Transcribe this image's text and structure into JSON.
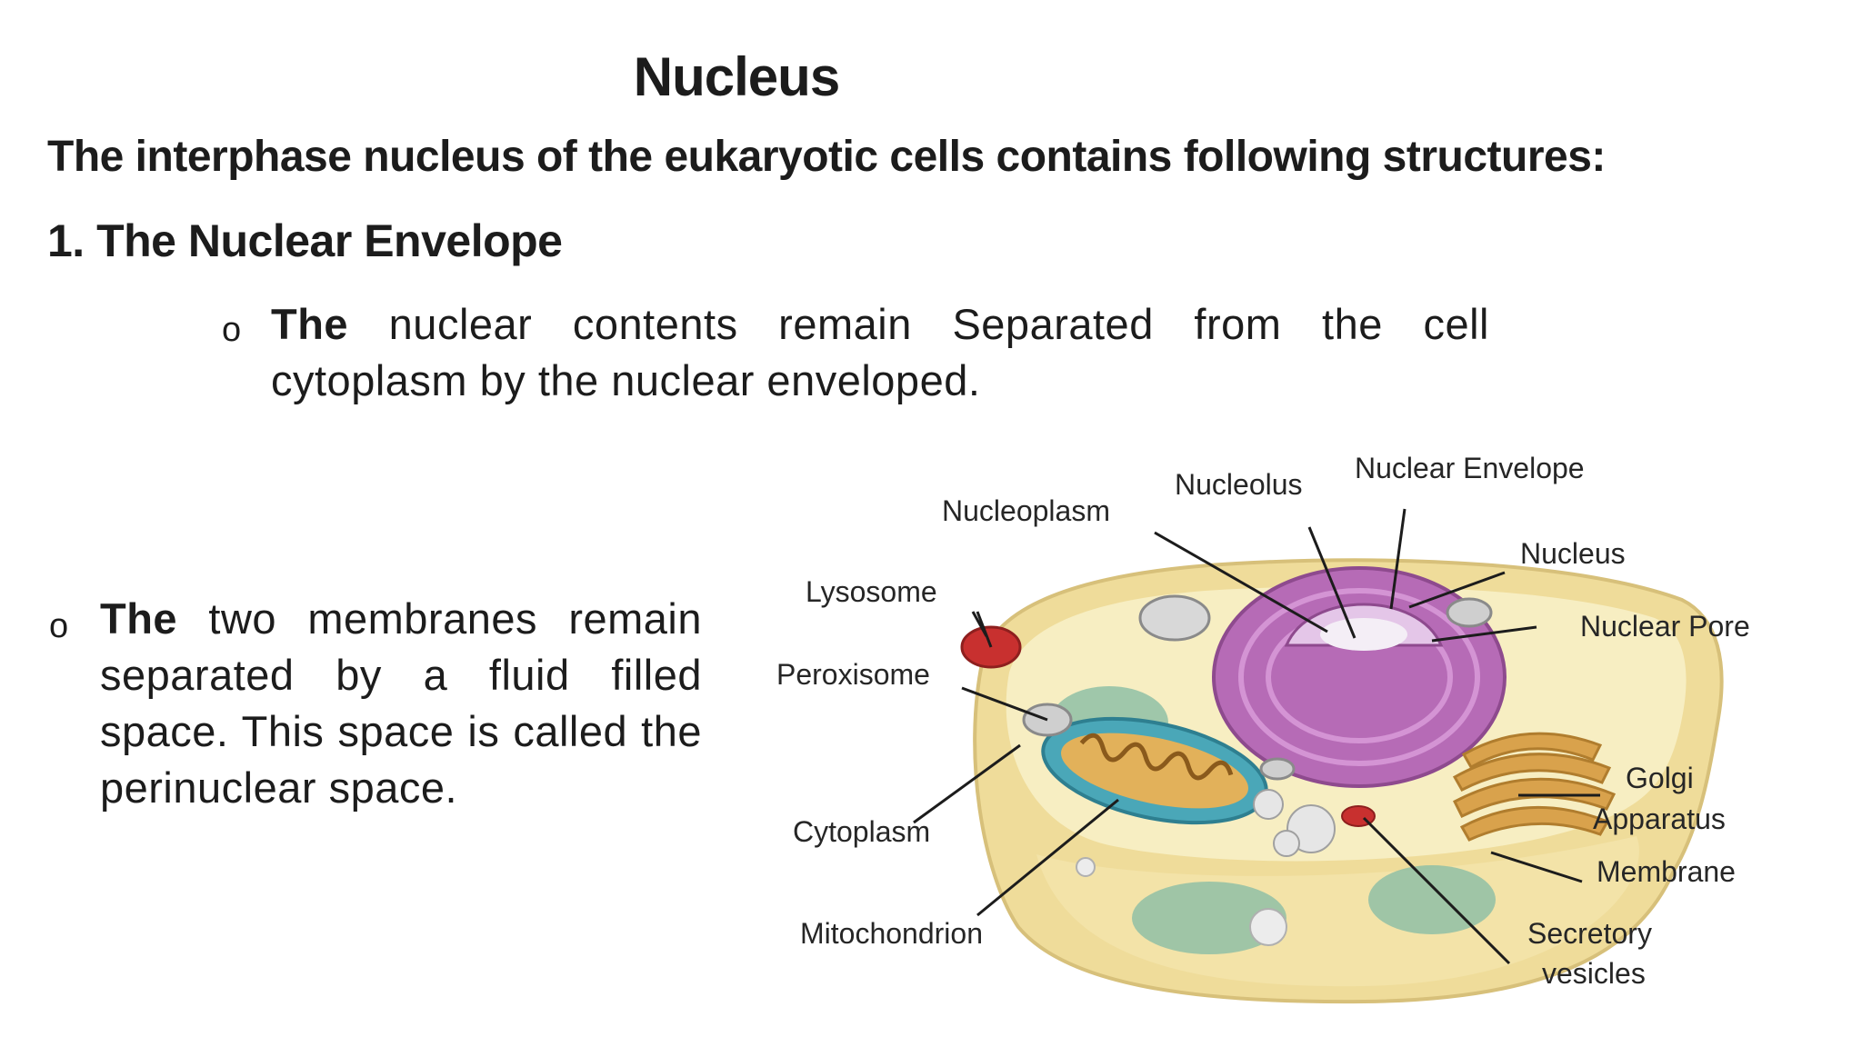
{
  "slide": {
    "title": "Nucleus",
    "intro": "The interphase nucleus of the eukaryotic cells contains following structures:",
    "section_heading": "1. The Nuclear Envelope",
    "bullet_glyph": "o",
    "bullet1": {
      "lead": "The",
      "text": " nuclear contents remain Separated from the cell cytoplasm by the nuclear enveloped."
    },
    "bullet2": {
      "lead": "The",
      "text": " two membranes remain separated by a fluid filled space. This space is called the perinuclear space."
    }
  },
  "diagram": {
    "labels": {
      "nucleolus": "Nucleolus",
      "nuclear_envelope": "Nuclear Envelope",
      "nucleoplasm": "Nucleoplasm",
      "nucleus": "Nucleus",
      "lysosome": "Lysosome",
      "nuclear_pore": "Nuclear Pore",
      "peroxisome": "Peroxisome",
      "golgi_line1": "Golgi",
      "golgi_line2": "Apparatus",
      "cytoplasm": "Cytoplasm",
      "membrane": "Membrane",
      "mitochondrion": "Mitochondrion",
      "secretory_line1": "Secretory",
      "secretory_line2": "vesicles"
    },
    "colors": {
      "cytoplasm": "#f7eec2",
      "cell_rim": "#e9d48a",
      "nucleus": "#b66bb6",
      "mitochondrion": "#4aa7b8",
      "golgi": "#d9a24c",
      "lysosome": "#c8302f",
      "vacuole": "#8fbfa6"
    }
  }
}
